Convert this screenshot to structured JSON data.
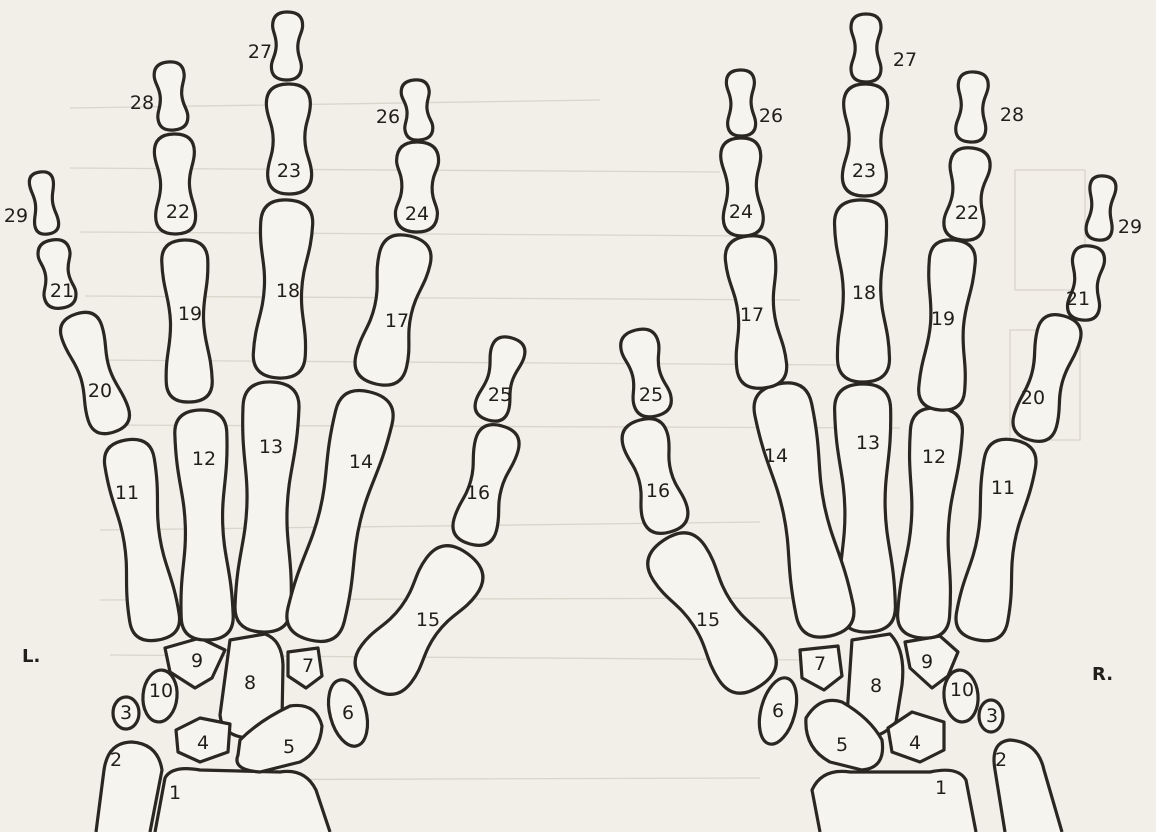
{
  "figure": {
    "left_label": "L.",
    "right_label": "R."
  },
  "hands": {
    "left": [
      "1",
      "2",
      "3",
      "4",
      "5",
      "6",
      "7",
      "8",
      "9",
      "10",
      "11",
      "12",
      "13",
      "14",
      "15",
      "16",
      "17",
      "18",
      "19",
      "20",
      "21",
      "22",
      "23",
      "24",
      "25",
      "26",
      "27",
      "28",
      "29"
    ],
    "right": [
      "1",
      "2",
      "3",
      "4",
      "5",
      "6",
      "7",
      "8",
      "9",
      "10",
      "11",
      "12",
      "13",
      "14",
      "15",
      "16",
      "17",
      "18",
      "19",
      "20",
      "21",
      "22",
      "23",
      "24",
      "25",
      "26",
      "27",
      "28",
      "29"
    ]
  },
  "colors": {
    "paper": "#f1efe8",
    "ink": "#2a2622",
    "bone_fill": "#f6f4ee"
  }
}
